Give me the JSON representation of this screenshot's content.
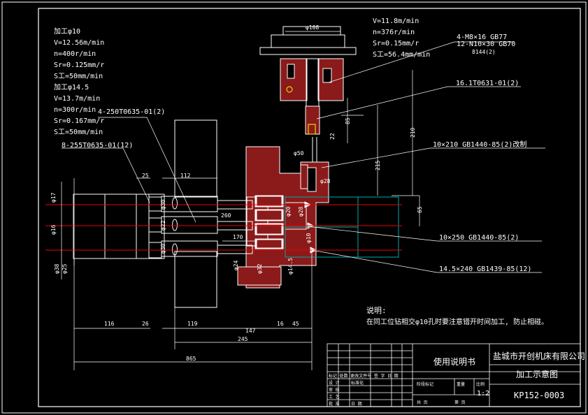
{
  "spec_left": [
    "加工φ10",
    "V=12.56m/min",
    "n=400r/min",
    "Sr=0.125mm/r",
    "S工=50mm/min",
    "加工φ14.5",
    "V=13.7m/min",
    "n=300r/min",
    "Sr=0.167mm/r",
    "S工=50mm/min"
  ],
  "spec_right": [
    "V=11.8m/min",
    "n=376r/min",
    "Sr=0.15mm/r",
    "S工=56.4mm/min"
  ],
  "callouts": {
    "screw": "4-M8×16  GB77",
    "key": "12-N10×30  GB70",
    "qty": "8144(2)",
    "part_a": "16.1T0631-01(2)",
    "part_b": "4-250T0635-01(2)",
    "part_c": "8-255T0635-01(12)",
    "drill_a": "10×210  GB1440-85(2)改制",
    "drill_b": "10×250  GB1440-85(2)",
    "drill_c": "14.5×240  GB1439-85(12)"
  },
  "dims": {
    "phi108": "φ108",
    "d85": "85",
    "d22": "22",
    "d210": "210",
    "phi50": "φ50",
    "d215": "215",
    "phi28": "φ28",
    "d65": "65",
    "d25": "25",
    "d112": "112",
    "d260": "260",
    "d170": "170",
    "phi30": "φ30",
    "phi22": "φ22",
    "phi20": "φ20",
    "phi10": "φ10",
    "phi24": "φ24",
    "phi32": "φ32",
    "phi14_5": "φ14.5",
    "phi17": "φ17",
    "phi16": "φ16",
    "phi38": "φ38",
    "phi25": "φ25",
    "d116": "116",
    "d26": "26",
    "d119": "119",
    "d147": "147",
    "d16": "16",
    "d45": "45",
    "d245": "245",
    "d865": "865"
  },
  "note_title": "说明:",
  "note_body": "在同工位钻相交φ10孔时要注意错开时间加工, 防止相碰。",
  "title_block": {
    "doc_name": "使用说明书",
    "company": "盐城市开创机床有限公司",
    "drawing_name": "加工示意图",
    "drawing_no": "KP152-0003",
    "scale_value": "1:2",
    "row1": "标记 处数 更改文件号 签 字 日 期",
    "row_design": "设 计",
    "row_check": "审 核",
    "row_std": "标准化",
    "row_craft": "工 艺",
    "row_approve": "批 准",
    "row_date": "日 期",
    "stage_label": "阶段标记",
    "weight_label": "重量",
    "scale_label": "比例",
    "sheets_total": "共    页",
    "sheet_no": "第    页"
  }
}
